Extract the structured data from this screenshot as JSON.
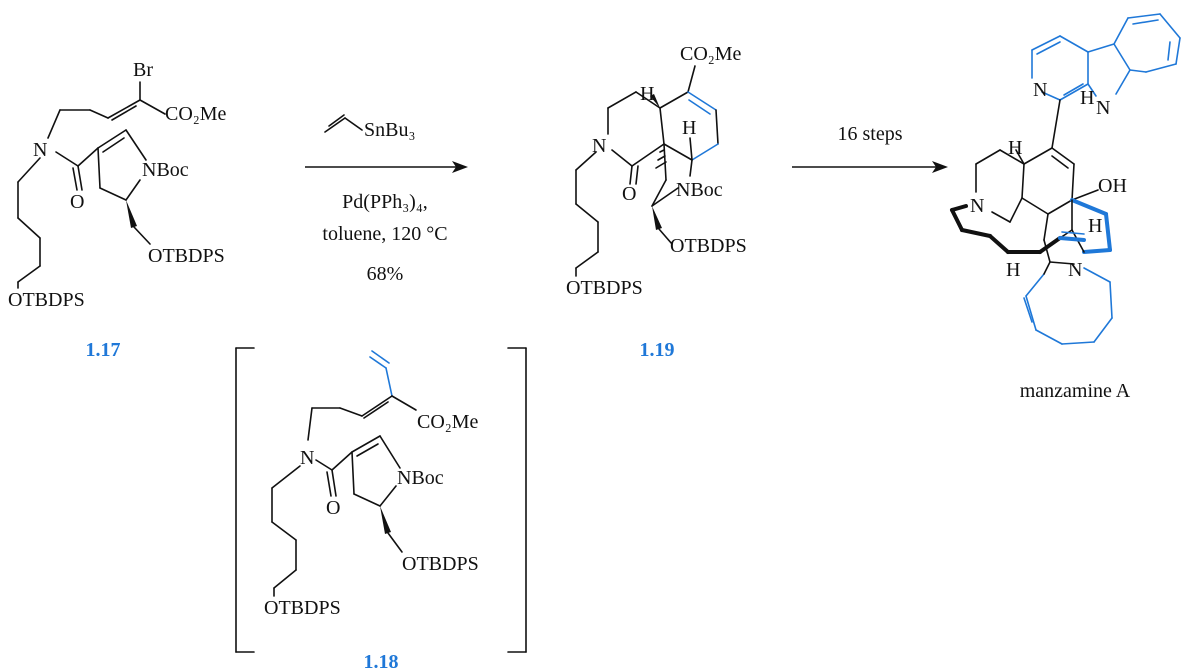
{
  "colors": {
    "ink": "#111111",
    "highlight": "#1f78d8"
  },
  "compounds": {
    "c117": {
      "id": "1.17",
      "atoms": {
        "br": "Br",
        "n": "N",
        "ester": "CO₂Me",
        "nboc": "NBoc",
        "o": "O",
        "otbdps_side": "OTBDPS",
        "otbdps_chain": "OTBDPS"
      }
    },
    "c118": {
      "id": "1.18",
      "atoms": {
        "n": "N",
        "ester": "CO₂Me",
        "nboc": "NBoc",
        "o": "O",
        "otbdps_side": "OTBDPS",
        "otbdps_chain": "OTBDPS"
      }
    },
    "c119": {
      "id": "1.19",
      "atoms": {
        "ester": "CO₂Me",
        "h1": "H",
        "h2": "H",
        "n": "N",
        "o": "O",
        "nboc": "NBoc",
        "otbdps_side": "OTBDPS",
        "otbdps_chain": "OTBDPS"
      }
    },
    "manzamine": {
      "name": "manzamine A",
      "atoms": {
        "n_pyr": "N",
        "n_ind": "N",
        "h_ind": "H",
        "h1": "H",
        "n_ring": "N",
        "oh": "OH",
        "h2": "H",
        "h3": "H",
        "n_az": "N"
      }
    }
  },
  "step1": {
    "reagent_a": "SnBu₃",
    "reagent_b": "Pd(PPh₃)₄,",
    "reagent_c": "toluene, 120 °C",
    "yield": "68%"
  },
  "step2": {
    "label": "16 steps"
  }
}
